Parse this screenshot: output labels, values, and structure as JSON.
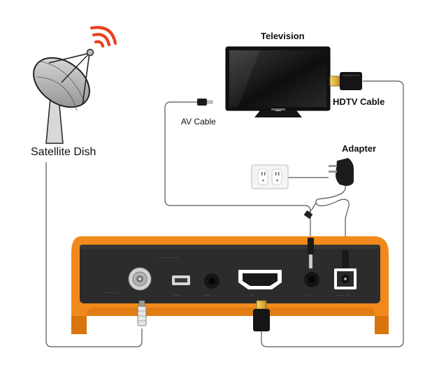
{
  "labels": {
    "television": "Television",
    "hdtv_cable": "HDTV Cable",
    "av_cable": "AV Cable",
    "adapter": "Adapter",
    "satellite_dish": "Satellite Dish"
  },
  "colors": {
    "box_orange": "#f08a1c",
    "box_body": "#2c2c2c",
    "cable": "#555555",
    "signal": "#e8421f",
    "hdmi_gold": "#e4b63a"
  },
  "icons": [
    "satellite-dish-icon",
    "signal-waves-icon",
    "television-icon",
    "hdmi-plug-icon",
    "av-plug-icon",
    "wall-outlet-icon",
    "power-adapter-icon",
    "receiver-box-icon"
  ]
}
